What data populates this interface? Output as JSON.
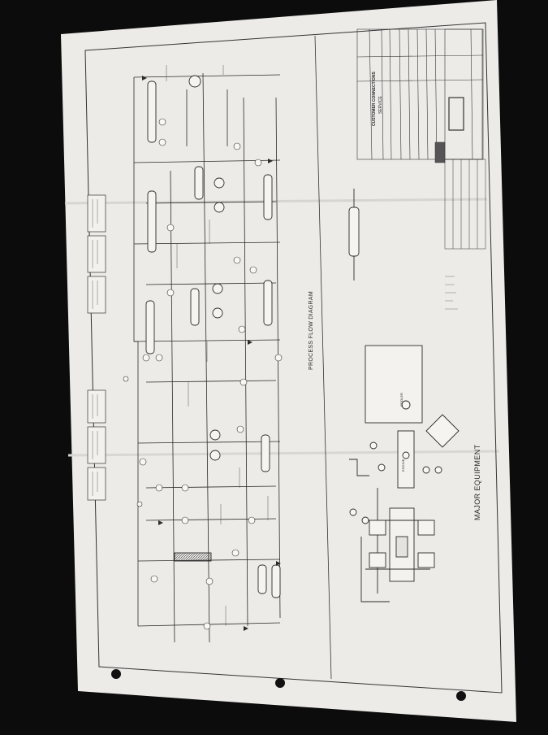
{
  "document": {
    "type": "engineering drawing photograph",
    "paper_color": "#ecebe8",
    "ink_color": "#2b2b2b",
    "labels": {
      "process_flow": "PROCESS FLOW DIAGRAM",
      "major_equipment": "MAJOR EQUIPMENT",
      "customer_connections": "CUSTOMER CONNECTIONS",
      "service": "SERVICE"
    },
    "equipment_tags": {
      "cooler": "COOLER",
      "engine": "ENGINE"
    }
  }
}
